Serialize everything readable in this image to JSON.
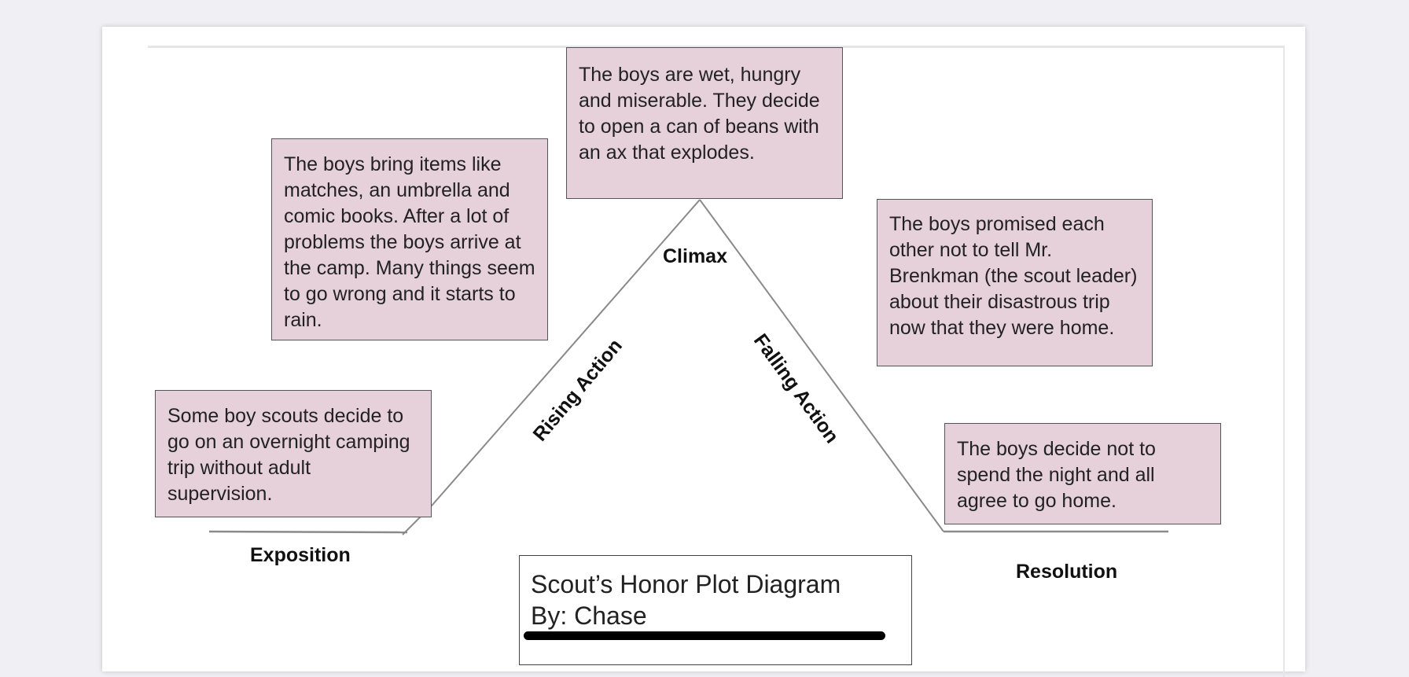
{
  "diagram": {
    "stages": {
      "exposition": {
        "label": "Exposition",
        "text": "Some boy scouts decide to go on an overnight camping trip without adult supervision."
      },
      "rising_action": {
        "label": "Rising Action",
        "text": "The boys bring items like matches, an umbrella and comic books. After a lot of problems the boys arrive at the camp.  Many things seem to go wrong and it starts to rain."
      },
      "climax": {
        "label": "Climax",
        "text": "The boys are wet, hungry and miserable. They decide to open a can of beans with an ax that explodes."
      },
      "falling_action": {
        "label": "Falling Action",
        "text": "The boys promised each other not to tell Mr. Brenkman (the scout leader) about their disastrous trip now that they were home."
      },
      "resolution": {
        "label": "Resolution",
        "text": "The boys decide not to spend the night and all agree to go home."
      }
    },
    "title": {
      "line1": "Scout’s Honor Plot Diagram",
      "line2": "By: Chase"
    },
    "colors": {
      "box_fill": "#e6d0d9",
      "line": "#8a8a8a"
    }
  }
}
